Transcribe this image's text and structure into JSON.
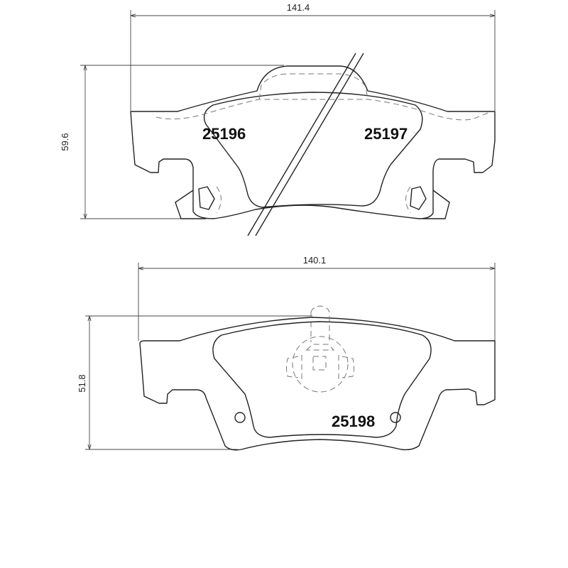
{
  "top_pad": {
    "width_dimension": "141.4",
    "height_dimension": "59.6",
    "part_numbers": [
      "25196",
      "25197"
    ]
  },
  "bottom_pad": {
    "width_dimension": "140.1",
    "height_dimension": "51.8",
    "part_number": "25198"
  }
}
